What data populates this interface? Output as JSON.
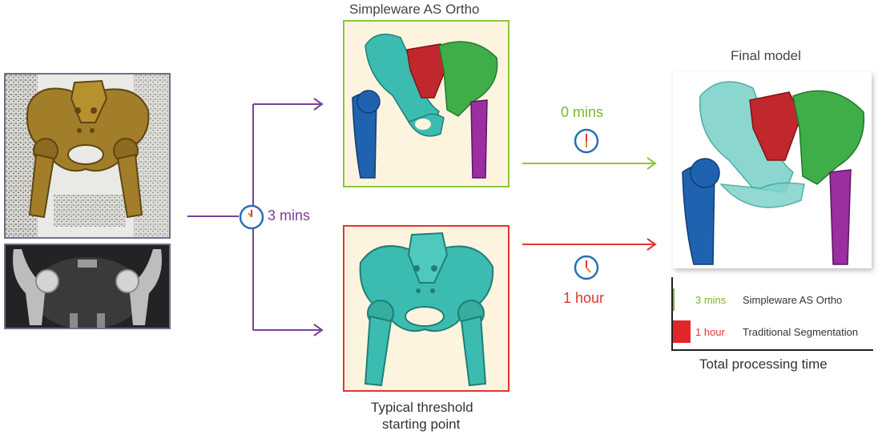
{
  "labels": {
    "as_ortho_title": "Simpleware AS Ortho",
    "final_model_title": "Final model",
    "typical_threshold_line1": "Typical threshold",
    "typical_threshold_line2": "starting point",
    "split_time": "3 mins",
    "green_time": "0 mins",
    "red_time": "1 hour"
  },
  "processing_time_chart": {
    "title": "Total processing time",
    "rows": [
      {
        "time": "3 mins",
        "method": "Simpleware AS Ortho",
        "color": "#7ab72f",
        "value_minutes": 3
      },
      {
        "time": "1 hour",
        "method": "Traditional Segmentation",
        "color": "#e0262b",
        "value_minutes": 60
      }
    ]
  },
  "colors": {
    "purple": "#7b3f98",
    "green": "#8dc63f",
    "red": "#e3342f",
    "frame_gray": "#6d6f8a",
    "cream": "#fdf4df",
    "clock_blue": "#2a6fb5",
    "bone_gold": "#a37e2a",
    "teal": "#3cbcb0",
    "femur_blue": "#1f63b0",
    "sacrum_red": "#c0282d",
    "hip_green": "#3fae49",
    "femur_purple": "#9b2ea0"
  },
  "icons": [
    "clock-icon",
    "arrow-right-icon"
  ]
}
